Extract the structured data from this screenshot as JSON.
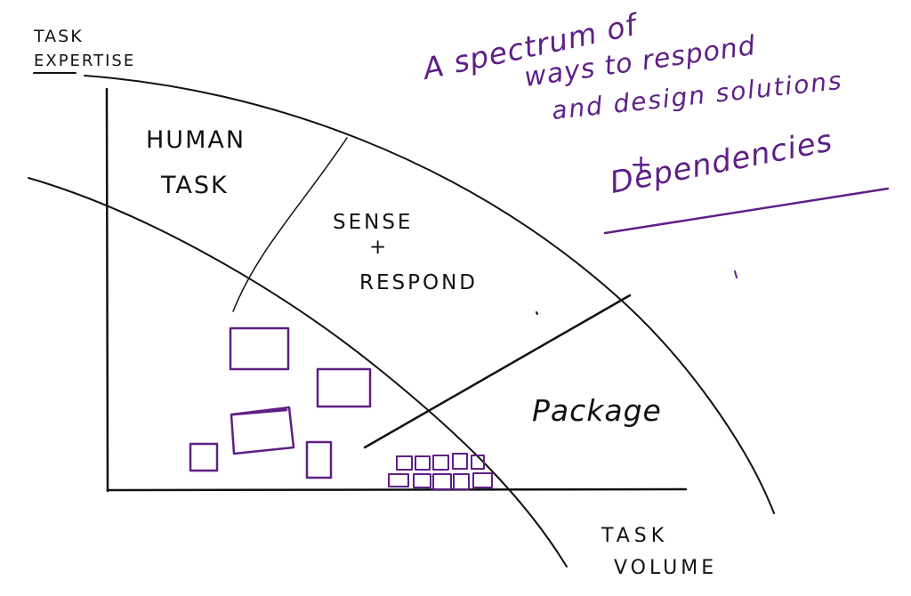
{
  "axes": {
    "y_label_line1": "TASK",
    "y_label_line2": "EXPERTISE",
    "x_label_line1": "TASK",
    "x_label_line2": "VOLUME"
  },
  "regions": {
    "human_task_line1": "HUMAN",
    "human_task_line2": "TASK",
    "sense_respond_line1": "SENSE",
    "sense_respond_line2": "+",
    "sense_respond_line3": "RESPOND",
    "package": "Package"
  },
  "note": {
    "line1": "A spectrum of",
    "line2": "ways to respond",
    "line3": "and design solutions",
    "line4": "+",
    "line5": "Dependencies"
  },
  "colors": {
    "ink": "#111111",
    "accent": "#5e1f86"
  }
}
